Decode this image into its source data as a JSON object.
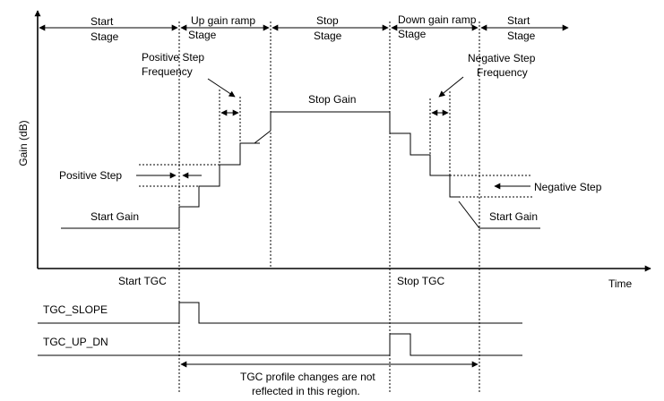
{
  "stages": {
    "start_1": [
      "Start",
      "Stage"
    ],
    "up_ramp": [
      "Up gain ramp",
      "Stage"
    ],
    "stop": [
      "Stop",
      "Stage"
    ],
    "down_ramp": [
      "Down gain ramp",
      "Stage"
    ],
    "start_2": [
      "Start",
      "Stage"
    ]
  },
  "axes": {
    "y_label": "Gain (dB)",
    "x_label": "Time"
  },
  "annotations": {
    "positive_step_frequency": [
      "Positive Step",
      "Frequency"
    ],
    "negative_step_frequency": [
      "Negative Step",
      "Frequency"
    ],
    "positive_step": "Positive Step",
    "negative_step": "Negative Step",
    "stop_gain": "Stop Gain",
    "start_gain_left": "Start Gain",
    "start_gain_right": "Start Gain",
    "start_tgc": "Start TGC",
    "stop_tgc": "Stop TGC"
  },
  "signals": {
    "tgc_slope": "TGC_SLOPE",
    "tgc_up_dn": "TGC_UP_DN"
  },
  "note": [
    "TGC profile changes are not",
    "reflected in this region."
  ]
}
